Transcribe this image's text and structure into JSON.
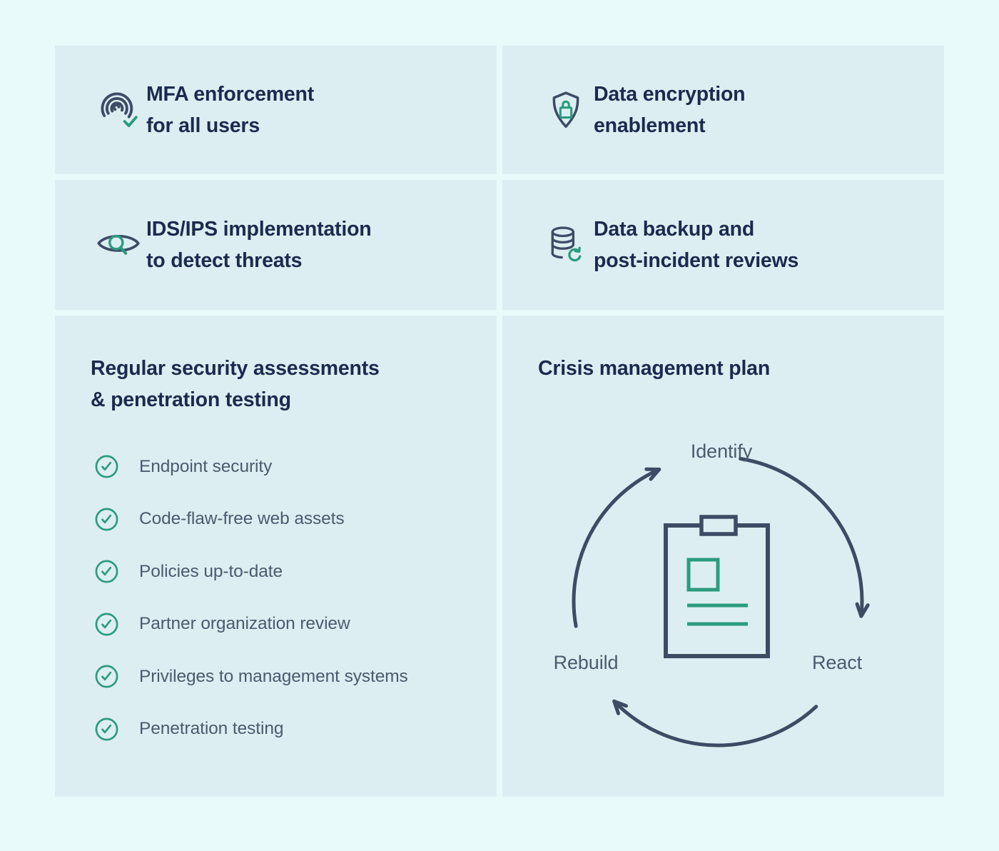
{
  "colors": {
    "page_bg": "#e9fafa",
    "card_bg": "#ddeef2",
    "heading": "#1b2a4e",
    "body": "#4b5a6d",
    "icon": "#3e4b64",
    "accent": "#2b9c7e"
  },
  "cards": {
    "mfa": {
      "icon": "fingerprint-check-icon",
      "line1": "MFA enforcement",
      "line2": "for all users"
    },
    "encryption": {
      "icon": "shield-lock-icon",
      "line1": "Data encryption",
      "line2": "enablement"
    },
    "ids_ips": {
      "icon": "eye-magnifier-icon",
      "line1": "IDS/IPS implementation",
      "line2": "to detect threats"
    },
    "backup": {
      "icon": "database-refresh-icon",
      "line1": "Data backup and",
      "line2": "post-incident reviews"
    },
    "assessments": {
      "line1": "Regular security assessments",
      "line2": "& penetration testing",
      "items": [
        "Endpoint security",
        "Code-flaw-free web assets",
        "Policies up-to-date",
        "Partner organization review",
        "Privileges to management systems",
        "Penetration testing"
      ]
    },
    "crisis": {
      "title": "Crisis management plan",
      "cycle": {
        "top": "Identify",
        "right": "React",
        "left": "Rebuild"
      },
      "center_icon": "clipboard-plan-icon"
    }
  }
}
